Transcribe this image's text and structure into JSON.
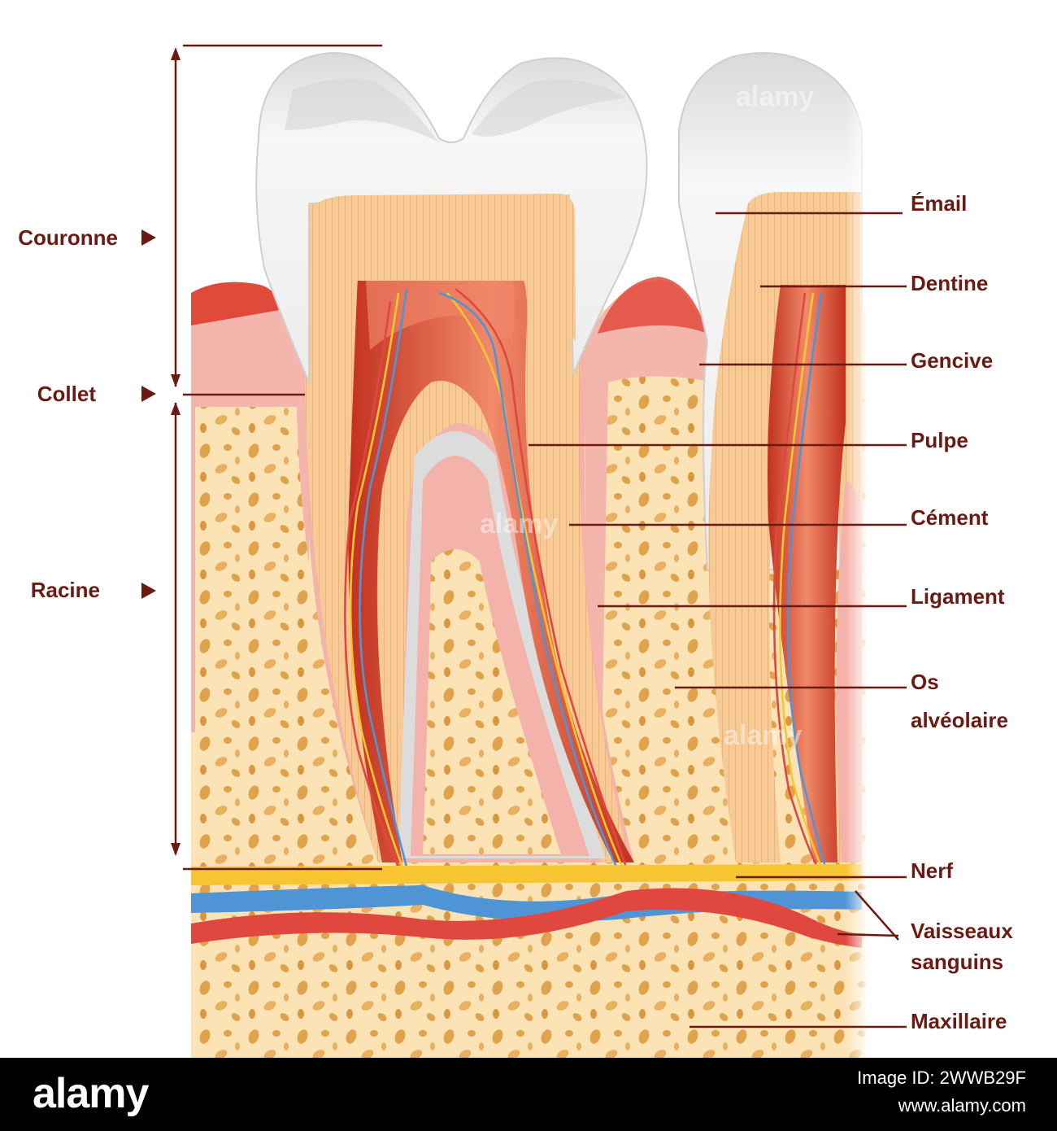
{
  "labels_right": [
    {
      "key": "email",
      "text": "Émail"
    },
    {
      "key": "dentine",
      "text": "Dentine"
    },
    {
      "key": "gencive",
      "text": "Gencive"
    },
    {
      "key": "pulpe",
      "text": "Pulpe"
    },
    {
      "key": "cement",
      "text": "Cément"
    },
    {
      "key": "ligament",
      "text": "Ligament"
    },
    {
      "key": "os",
      "text": "Os\nalvéolaire"
    },
    {
      "key": "nerf",
      "text": "Nerf"
    },
    {
      "key": "vaisseaux",
      "text": "Vaisseaux\nsanguins"
    },
    {
      "key": "maxillaire",
      "text": "Maxillaire"
    }
  ],
  "labels_left": {
    "couronne": "Couronne",
    "collet": "Collet",
    "racine": "Racine"
  },
  "watermark": "alamy",
  "footer": {
    "logo": "alamy",
    "image_id": "Image ID: 2WWB29F",
    "site": "www.alamy.com"
  },
  "colors": {
    "label": "#6b1a12",
    "enamel": "#f1f1f1",
    "dentine": "#f6c48e",
    "pulp": "#e8523c",
    "gum": "#f4b5ad",
    "bone": "#fbe7c0",
    "nerve": "#f7c531",
    "vein": "#4f95d6",
    "artery": "#e0483f"
  }
}
